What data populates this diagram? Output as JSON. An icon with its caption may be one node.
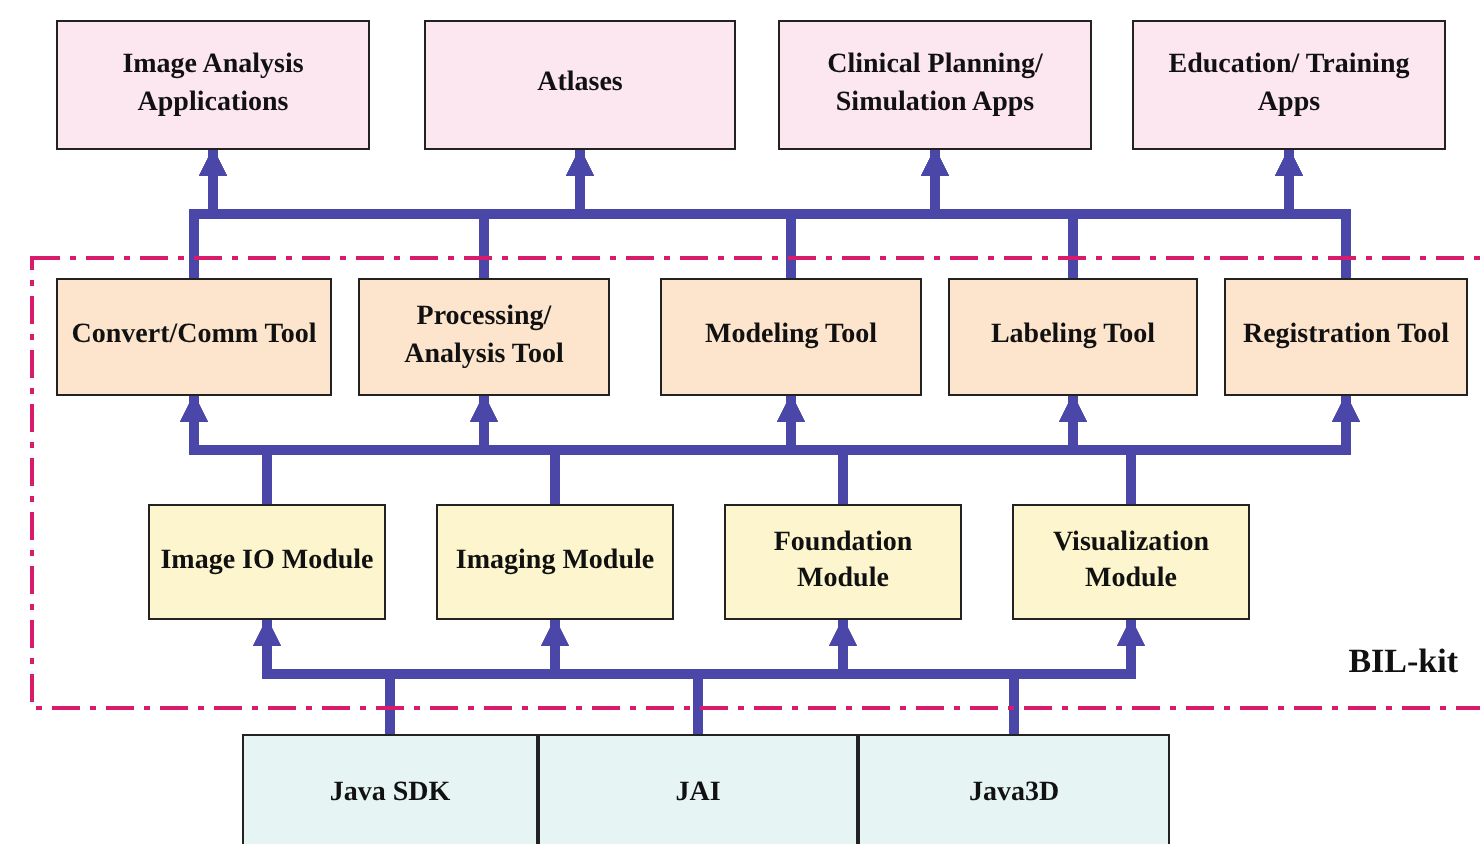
{
  "diagram": {
    "nodes": [
      {
        "text": [
          "Image Analysis Applications"
        ]
      },
      {
        "text": [
          "Atlases"
        ]
      },
      {
        "text": [
          "Clinical Planning/ Simulation Apps"
        ]
      },
      {
        "text": [
          "Education/ Training Apps"
        ]
      },
      {
        "text": [
          "BIL-kit"
        ]
      },
      {
        "text": [
          "Convert/Comm Tool"
        ],
        "in": 4
      },
      {
        "text": [
          "Processing/ Analysis Tool"
        ],
        "in": 4
      },
      {
        "text": [
          "Modeling Tool"
        ],
        "in": 4
      },
      {
        "text": [
          "Labeling Tool"
        ],
        "in": 4
      },
      {
        "text": [
          "Registration Tool"
        ],
        "in": 4
      },
      {
        "text": [
          "Image IO Module"
        ],
        "in": 4
      },
      {
        "text": [
          "Imaging Module"
        ],
        "in": 4
      },
      {
        "text": [
          "Foundation Module"
        ],
        "in": 4
      },
      {
        "text": [
          "Visualization Module"
        ],
        "in": 4
      },
      {
        "text": [
          "Java SDK"
        ]
      },
      {
        "text": [
          "JAI"
        ]
      },
      {
        "text": [
          "Java3D"
        ]
      }
    ],
    "edges": [
      {
        "from": 14,
        "to": 10,
        "arrow": "to"
      },
      {
        "from": 14,
        "to": 11,
        "arrow": "to"
      },
      {
        "from": 14,
        "to": 12,
        "arrow": "to"
      },
      {
        "from": 14,
        "to": 13,
        "arrow": "to"
      },
      {
        "from": 15,
        "to": 10,
        "arrow": "to"
      },
      {
        "from": 15,
        "to": 11,
        "arrow": "to"
      },
      {
        "from": 15,
        "to": 12,
        "arrow": "to"
      },
      {
        "from": 15,
        "to": 13,
        "arrow": "to"
      },
      {
        "from": 16,
        "to": 10,
        "arrow": "to"
      },
      {
        "from": 16,
        "to": 11,
        "arrow": "to"
      },
      {
        "from": 16,
        "to": 12,
        "arrow": "to"
      },
      {
        "from": 16,
        "to": 13,
        "arrow": "to"
      },
      {
        "from": 10,
        "to": 5,
        "arrow": "to"
      },
      {
        "from": 10,
        "to": 6,
        "arrow": "to"
      },
      {
        "from": 10,
        "to": 7,
        "arrow": "to"
      },
      {
        "from": 10,
        "to": 8,
        "arrow": "to"
      },
      {
        "from": 10,
        "to": 9,
        "arrow": "to"
      },
      {
        "from": 11,
        "to": 5,
        "arrow": "to"
      },
      {
        "from": 11,
        "to": 6,
        "arrow": "to"
      },
      {
        "from": 11,
        "to": 7,
        "arrow": "to"
      },
      {
        "from": 11,
        "to": 8,
        "arrow": "to"
      },
      {
        "from": 11,
        "to": 9,
        "arrow": "to"
      },
      {
        "from": 12,
        "to": 5,
        "arrow": "to"
      },
      {
        "from": 12,
        "to": 6,
        "arrow": "to"
      },
      {
        "from": 12,
        "to": 7,
        "arrow": "to"
      },
      {
        "from": 12,
        "to": 8,
        "arrow": "to"
      },
      {
        "from": 12,
        "to": 9,
        "arrow": "to"
      },
      {
        "from": 13,
        "to": 5,
        "arrow": "to"
      },
      {
        "from": 13,
        "to": 6,
        "arrow": "to"
      },
      {
        "from": 13,
        "to": 7,
        "arrow": "to"
      },
      {
        "from": 13,
        "to": 8,
        "arrow": "to"
      },
      {
        "from": 13,
        "to": 9,
        "arrow": "to"
      },
      {
        "from": 5,
        "to": 0,
        "arrow": "to"
      },
      {
        "from": 5,
        "to": 1,
        "arrow": "to"
      },
      {
        "from": 5,
        "to": 2,
        "arrow": "to"
      },
      {
        "from": 5,
        "to": 3,
        "arrow": "to"
      },
      {
        "from": 6,
        "to": 0,
        "arrow": "to"
      },
      {
        "from": 6,
        "to": 1,
        "arrow": "to"
      },
      {
        "from": 6,
        "to": 2,
        "arrow": "to"
      },
      {
        "from": 6,
        "to": 3,
        "arrow": "to"
      },
      {
        "from": 7,
        "to": 0,
        "arrow": "to"
      },
      {
        "from": 7,
        "to": 1,
        "arrow": "to"
      },
      {
        "from": 7,
        "to": 2,
        "arrow": "to"
      },
      {
        "from": 7,
        "to": 3,
        "arrow": "to"
      },
      {
        "from": 8,
        "to": 0,
        "arrow": "to"
      },
      {
        "from": 8,
        "to": 1,
        "arrow": "to"
      },
      {
        "from": 8,
        "to": 2,
        "arrow": "to"
      },
      {
        "from": 8,
        "to": 3,
        "arrow": "to"
      },
      {
        "from": 9,
        "to": 0,
        "arrow": "to"
      },
      {
        "from": 9,
        "to": 1,
        "arrow": "to"
      },
      {
        "from": 9,
        "to": 2,
        "arrow": "to"
      },
      {
        "from": 9,
        "to": 3,
        "arrow": "to"
      }
    ]
  }
}
